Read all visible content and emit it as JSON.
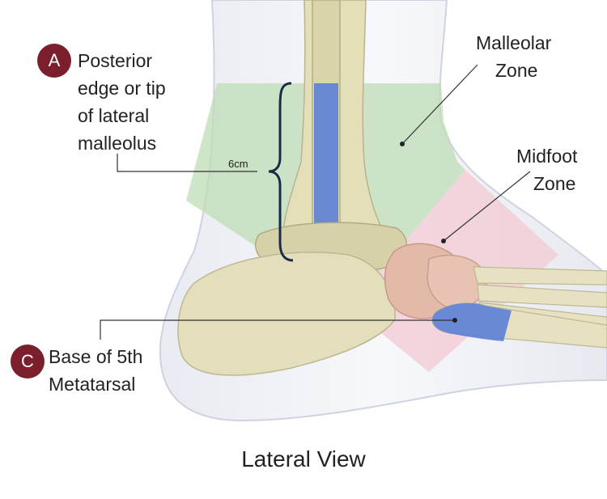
{
  "labels": {
    "a_badge": "A",
    "a_line1": "Posterior",
    "a_line2": "edge or tip",
    "a_line3": "of lateral",
    "a_line4": "malleolus",
    "malleolar_line1": "Malleolar",
    "malleolar_line2": "Zone",
    "midfoot_line1": "Midfoot",
    "midfoot_line2": "Zone",
    "measurement": "6cm",
    "c_badge": "C",
    "c_line1": "Base of 5th",
    "c_line2": "Metatarsal",
    "caption": "Lateral View"
  },
  "colors": {
    "badge": "#7a1f2b",
    "malleolar_zone": "#b9dcb0",
    "midfoot_zone": "#f2c9d2",
    "highlight_blue": "#5b7fd6",
    "bone": "#e6e0bc",
    "skin_outline": "#d9dce8",
    "bracket": "#1d2a4a"
  }
}
